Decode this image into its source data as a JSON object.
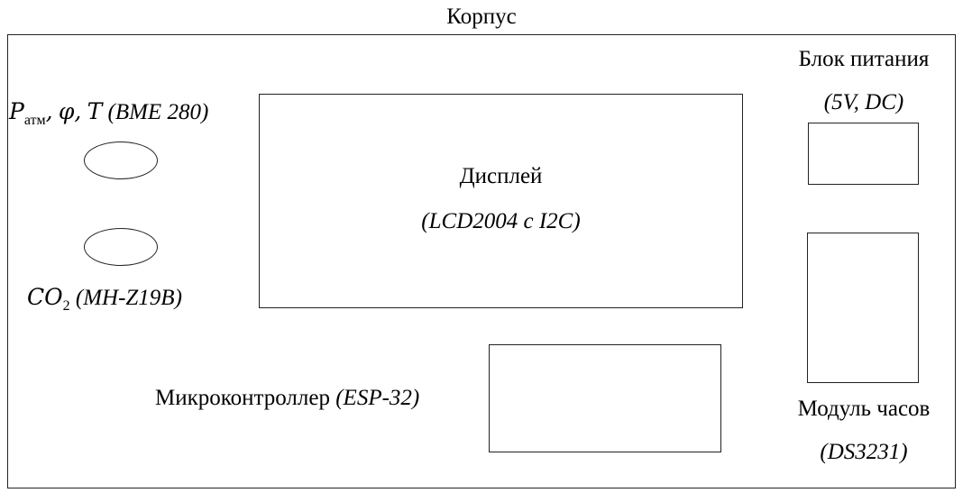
{
  "case": {
    "title": "Корпус"
  },
  "sensors": {
    "bme": {
      "var_p": "P",
      "var_p_sub": "атм",
      "sep1": ",",
      "var_phi": "φ",
      "sep2": ",",
      "var_t": "T",
      "model": "(BME 280)"
    },
    "co2": {
      "var_c": "CO",
      "var_c_sub": "2",
      "model": "(MH-Z19B)"
    }
  },
  "display": {
    "label": "Дисплей",
    "model": "(LCD2004 с I2C)"
  },
  "power": {
    "label": "Блок питания",
    "model": "(5V, DC)"
  },
  "clock": {
    "label": "Модуль часов",
    "model": "(DS3231)"
  },
  "mcu": {
    "label": "Микроконтроллер",
    "model": "(ESP-32)"
  }
}
